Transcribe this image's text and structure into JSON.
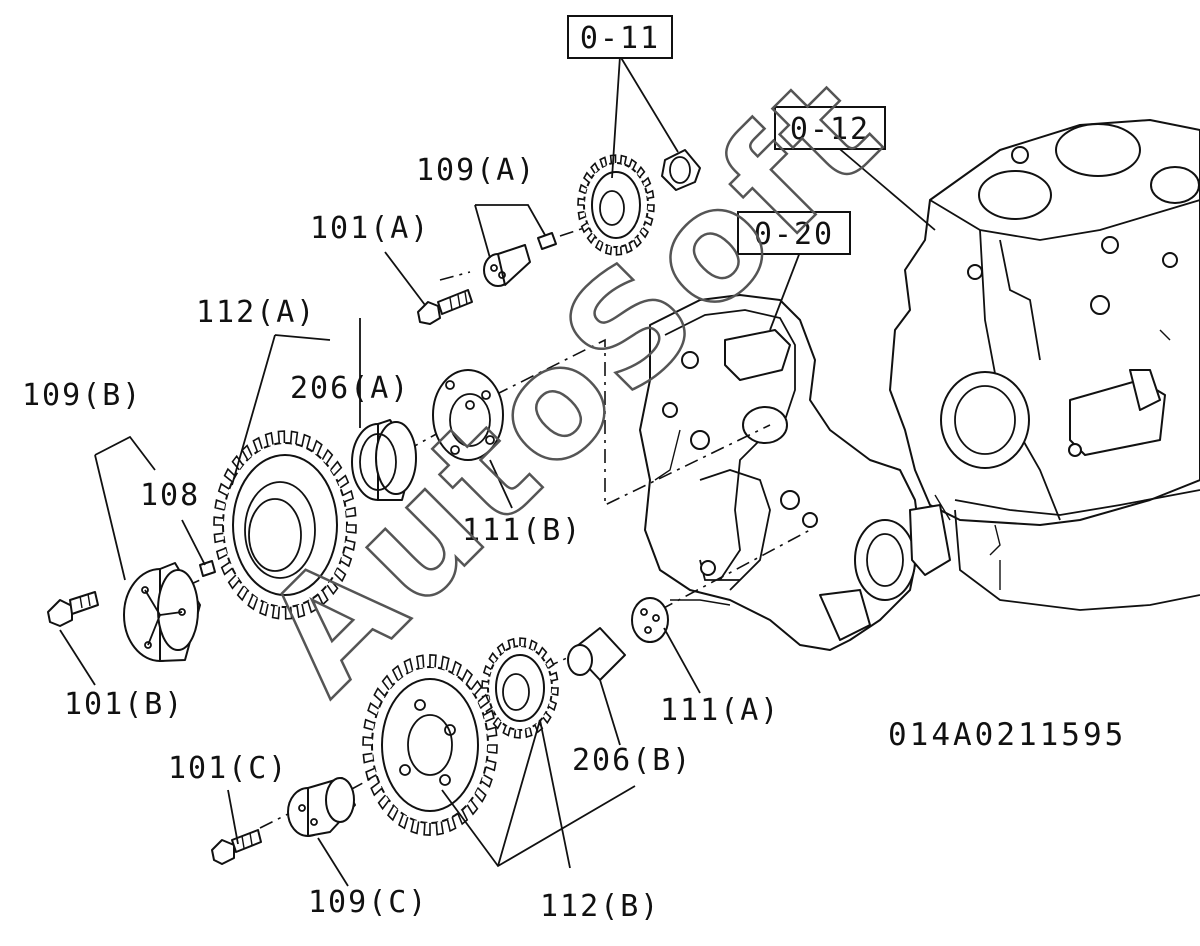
{
  "watermark": "AutoSoft",
  "drawing_code": "014A0211595",
  "references": {
    "ref_0_11": "0-11",
    "ref_0_12": "0-12",
    "ref_0_20": "0-20"
  },
  "labels": {
    "l_109A": "109(A)",
    "l_101A": "101(A)",
    "l_112A": "112(A)",
    "l_109B": "109(B)",
    "l_206A": "206(A)",
    "l_108": "108",
    "l_111B": "111(B)",
    "l_101B": "101(B)",
    "l_111A": "111(A)",
    "l_206B": "206(B)",
    "l_101C": "101(C)",
    "l_109C": "109(C)",
    "l_112B": "112(B)"
  }
}
